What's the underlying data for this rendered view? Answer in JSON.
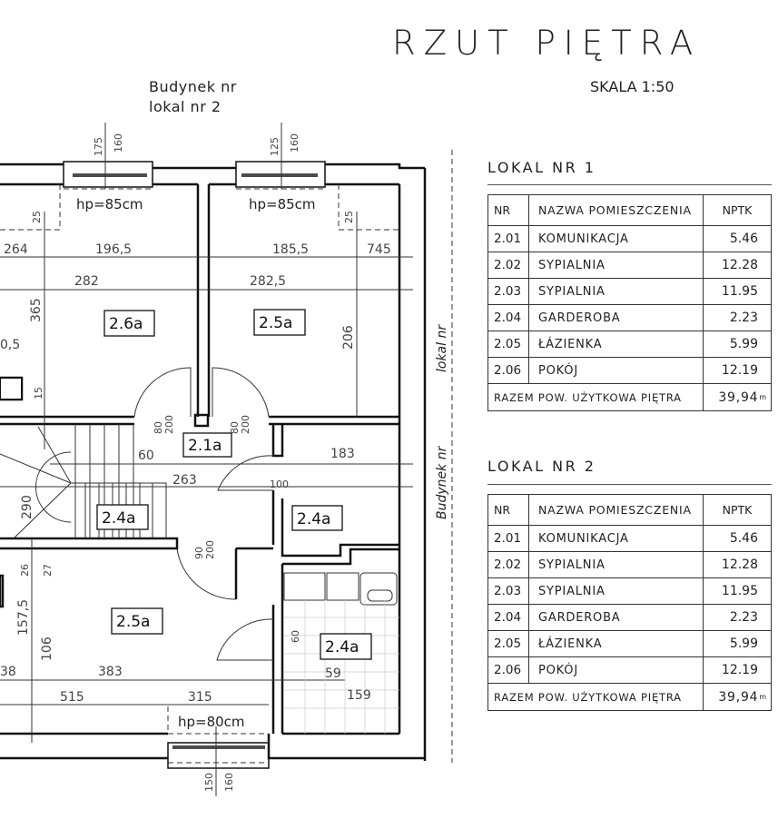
{
  "header": {
    "title": "RZUT PIĘTRA",
    "scale": "SKALA 1:50",
    "building_label": "Budynek nr",
    "unit_label": "lokal nr 2"
  },
  "side_labels": {
    "unit": "lokal nr",
    "building": "Budynek nr"
  },
  "plan": {
    "room_labels": [
      "2.6a",
      "2.5a",
      "2.1a",
      "2.4a",
      "2.4a",
      "2.5a",
      "2.4a"
    ],
    "window_heights": [
      "hp=85cm",
      "hp=85cm",
      "hp=80cm"
    ],
    "window_dims": [
      {
        "a": "175",
        "b": "160"
      },
      {
        "a": "125",
        "b": "160"
      },
      {
        "a": "150",
        "b": "160"
      }
    ],
    "door_dims": [
      {
        "w": "80",
        "h": "200"
      },
      {
        "w": "80",
        "h": "200"
      },
      {
        "w": "90",
        "h": "200"
      }
    ],
    "dimensions": {
      "d264": "264",
      "d196_5": "196,5",
      "d185_5": "185,5",
      "d745": "745",
      "d282": "282",
      "d282_5": "282,5",
      "d25a": "25",
      "d25b": "25",
      "d365": "365",
      "d0_5": "0,5",
      "d15": "15",
      "d206": "206",
      "d60a": "60",
      "d263": "263",
      "d183": "183",
      "d100": "100",
      "d290": "290",
      "d26": "26",
      "d27": "27",
      "d157_5": "157,5",
      "d106": "106",
      "d38": "38",
      "d383": "383",
      "d515": "515",
      "d315": "315",
      "d60b": "60",
      "d59": "59",
      "d159": "159"
    }
  },
  "tables": [
    {
      "title": "LOKAL NR 1",
      "headers": {
        "nr": "NR",
        "name": "NAZWA POMIESZCZENIA",
        "area": "NPTK"
      },
      "rows": [
        {
          "nr": "2.01",
          "name": "KOMUNIKACJA",
          "area": "5.46"
        },
        {
          "nr": "2.02",
          "name": "SYPIALNIA",
          "area": "12.28"
        },
        {
          "nr": "2.03",
          "name": "SYPIALNIA",
          "area": "11.95"
        },
        {
          "nr": "2.04",
          "name": "GARDEROBA",
          "area": "2.23"
        },
        {
          "nr": "2.05",
          "name": "ŁÁZIENKA",
          "area": "5.99"
        },
        {
          "nr": "2.06",
          "name": "POKÓJ",
          "area": "12.19"
        }
      ],
      "total_label": "RAZEM POW. UŻYTKOWA PIĘTRA",
      "total_value": "39,94",
      "total_unit": "m"
    },
    {
      "title": "LOKAL NR 2",
      "headers": {
        "nr": "NR",
        "name": "NAZWA POMIESZCZENIA",
        "area": "NPTK"
      },
      "rows": [
        {
          "nr": "2.01",
          "name": "KOMUNIKACJA",
          "area": "5.46"
        },
        {
          "nr": "2.02",
          "name": "SYPIALNIA",
          "area": "12.28"
        },
        {
          "nr": "2.03",
          "name": "SYPIALNIA",
          "area": "11.95"
        },
        {
          "nr": "2.04",
          "name": "GARDEROBA",
          "area": "2.23"
        },
        {
          "nr": "2.05",
          "name": "ŁÁZIENKA",
          "area": "5.99"
        },
        {
          "nr": "2.06",
          "name": "POKÓJ",
          "area": "12.19"
        }
      ],
      "total_label": "RAZEM POW. UŻYTKOWA PIĘTRA",
      "total_value": "39,94",
      "total_unit": "m"
    }
  ],
  "colors": {
    "line": "#111111",
    "thin_line": "#333333",
    "background": "#ffffff"
  }
}
